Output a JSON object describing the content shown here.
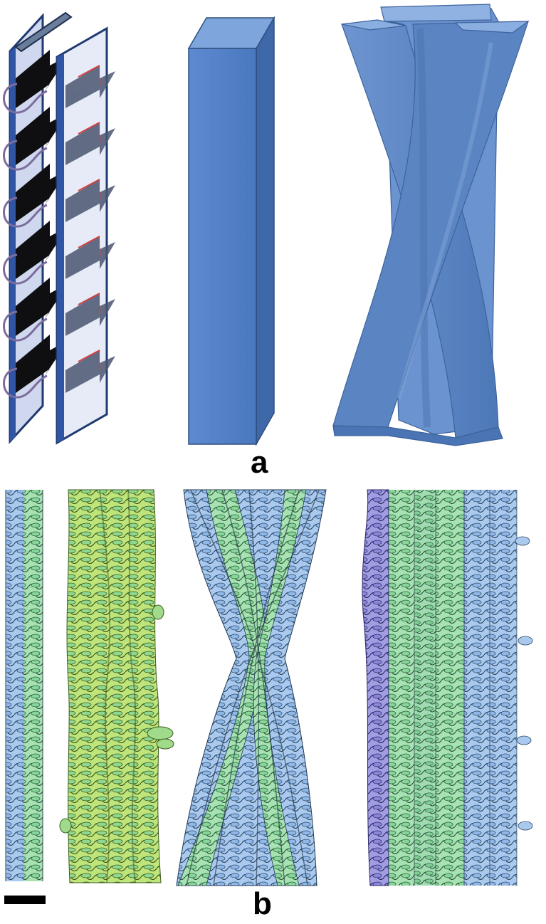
{
  "panel_labels": {
    "a": "a",
    "b": "b"
  },
  "colors": {
    "prism_front": "#4f7fc6",
    "prism_top": "#7fa6dc",
    "prism_side": "#3f68a8",
    "outline": "#2e4f80",
    "sheet_light": "#d4ddf0",
    "arrow_dark": "#111111",
    "loop_purple": "#8a7aa8",
    "edge_red": "#d24040",
    "atom_blue": "#8fb8e8",
    "atom_green": "#8fdca0",
    "atom_lime": "#b2e06a",
    "atom_violet": "#8a86d8",
    "scale_bar": "#000000"
  },
  "panels": {
    "a": [
      "beta-sheet-ribbon-model",
      "single-protofilament-prism",
      "twisted-fibril-prisms"
    ],
    "b": [
      "single-protofilament-surface",
      "paired-protofilament-surface",
      "twisted-fibril-surface",
      "multi-protofilament-surface"
    ]
  }
}
